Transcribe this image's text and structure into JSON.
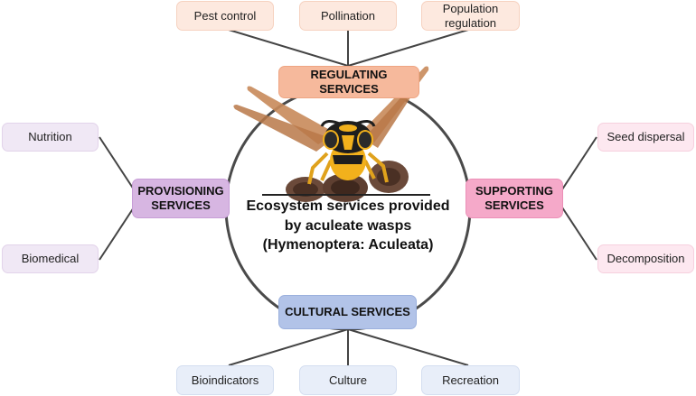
{
  "center": {
    "title_lines": [
      "Ecosystem services provided",
      "by aculeate wasps",
      "(Hymenoptera: Aculeata)"
    ]
  },
  "categories": {
    "regulating": "REGULATING SERVICES",
    "provisioning": [
      "PROVISIONING",
      "SERVICES"
    ],
    "supporting": [
      "SUPPORTING",
      "SERVICES"
    ],
    "cultural": "CULTURAL SERVICES"
  },
  "regulating_items": {
    "pest_control": "Pest control",
    "pollination": "Pollination",
    "population_regulation": [
      "Population",
      "regulation"
    ]
  },
  "provisioning_items": {
    "nutrition": "Nutrition",
    "biomedical": "Biomedical"
  },
  "supporting_items": {
    "seed_dispersal": "Seed dispersal",
    "decomposition": "Decomposition"
  },
  "cultural_items": {
    "bioindicators": "Bioindicators",
    "culture": "Culture",
    "recreation": "Recreation"
  },
  "colors": {
    "regulating": "#f6b99c",
    "provisioning": "#d7b6e2",
    "supporting": "#f5a9c9",
    "cultural": "#b2c3e8",
    "connector": "#444444"
  },
  "illustration": {
    "icon": "wasp-on-nest-icon"
  }
}
